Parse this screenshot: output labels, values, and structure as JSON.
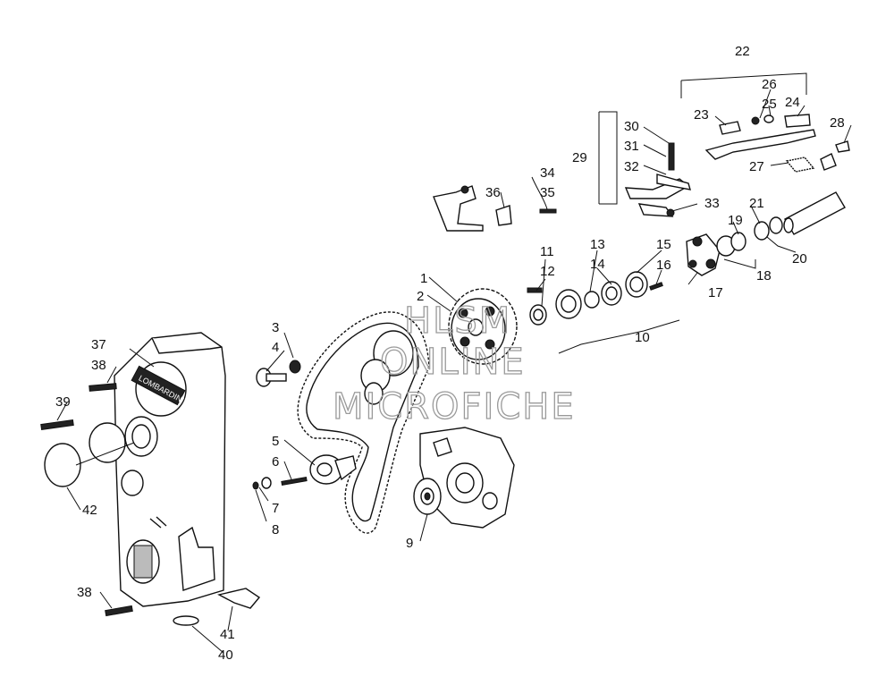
{
  "diagram": {
    "labels": [
      "1",
      "2",
      "3",
      "4",
      "5",
      "6",
      "7",
      "8",
      "9",
      "10",
      "11",
      "12",
      "13",
      "14",
      "15",
      "16",
      "17",
      "18",
      "19",
      "20",
      "21",
      "22",
      "23",
      "24",
      "25",
      "26",
      "27",
      "28",
      "29",
      "30",
      "31",
      "32",
      "33",
      "34",
      "35",
      "36",
      "37",
      "38",
      "38",
      "39",
      "40",
      "41",
      "42"
    ],
    "watermark": [
      "HLSM",
      "ONLINE",
      "MICROFICHE"
    ],
    "cover_brand": "LOMBARDINI"
  }
}
